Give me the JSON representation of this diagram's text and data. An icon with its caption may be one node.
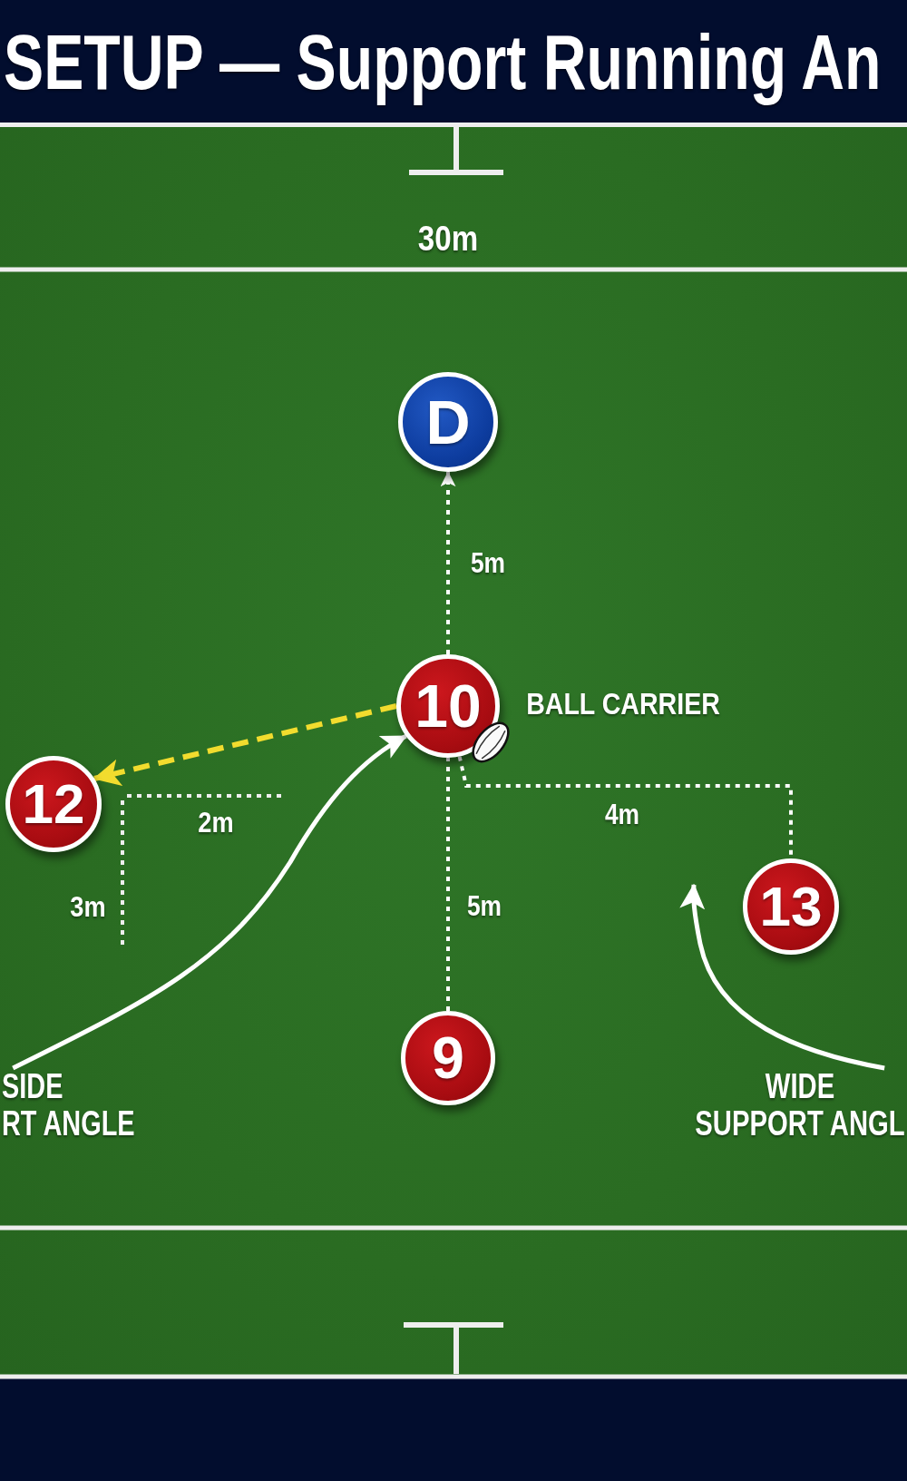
{
  "diagram": {
    "title": "SETUP — Support Running An",
    "nodes": [
      {
        "text": [
          "D"
        ]
      },
      {
        "text": [
          "10"
        ],
        "beside": [
          "BALL CARRIER"
        ]
      },
      {
        "text": [
          "12"
        ]
      },
      {
        "text": [
          "13"
        ]
      },
      {
        "text": [
          "9"
        ]
      },
      {
        "text": [
          "SIDE RT ANGLE"
        ]
      },
      {
        "text": [
          "WIDE SUPPORT ANGL"
        ]
      }
    ],
    "edges": [
      {
        "from": 1,
        "to": 0,
        "arrow": "to",
        "label": "5m",
        "style": "dashed"
      },
      {
        "from": 4,
        "to": 1,
        "arrow": "none",
        "label": "5m",
        "style": "dashed"
      },
      {
        "from": 1,
        "to": 3,
        "arrow": "none",
        "label": "4m",
        "style": "dashed"
      },
      {
        "from": 1,
        "to": 2,
        "arrow": "to",
        "style": "dashed",
        "color": "#f2dc2e"
      },
      {
        "from": 5,
        "to": 1,
        "arrow": "to"
      },
      {
        "from": 6,
        "to": null,
        "arrow": "to"
      }
    ],
    "labels": [
      "30m",
      "2m",
      "3m"
    ]
  }
}
